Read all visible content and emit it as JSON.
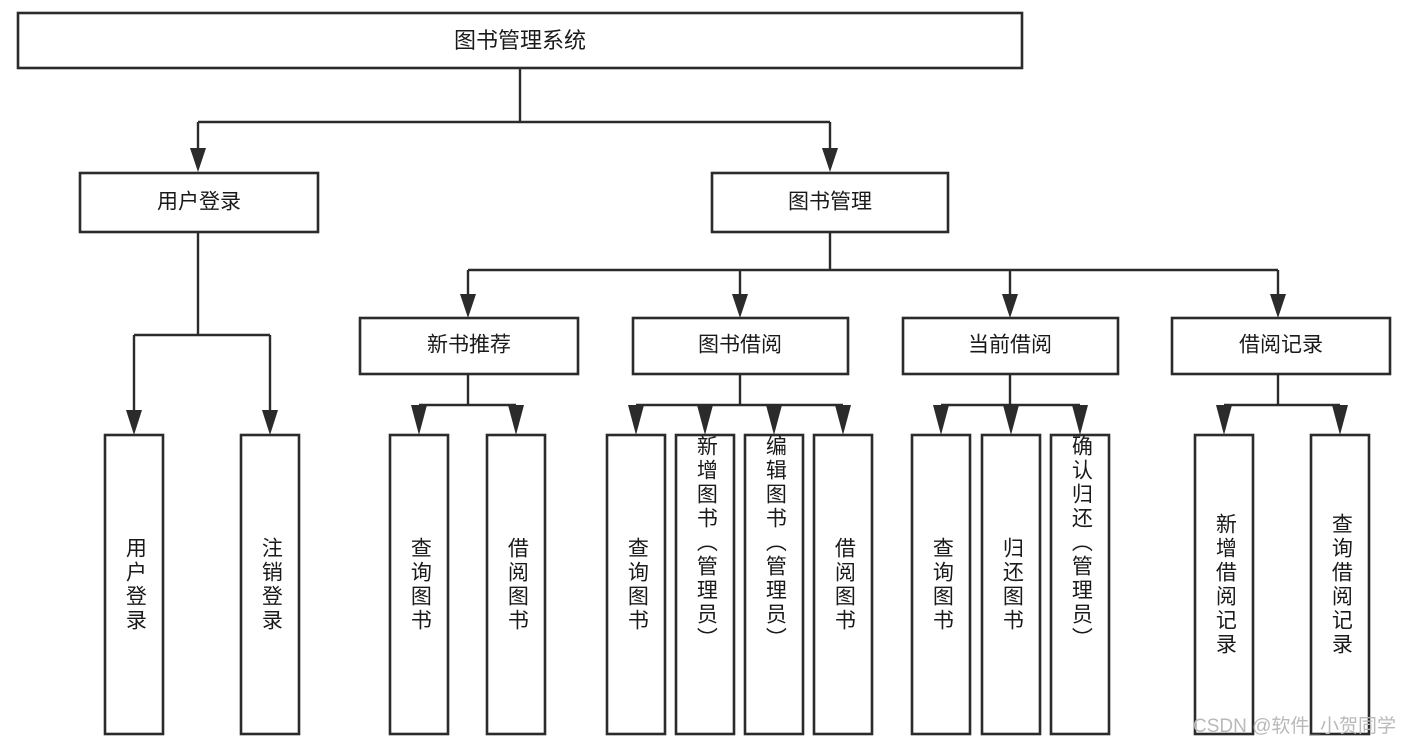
{
  "diagram": {
    "title_node": {
      "label": "图书管理系统"
    },
    "level2": [
      {
        "id": "user-login",
        "label": "用户登录"
      },
      {
        "id": "book-management",
        "label": "图书管理"
      }
    ],
    "level3": [
      {
        "id": "new-book-recommend",
        "label": "新书推荐"
      },
      {
        "id": "book-borrow",
        "label": "图书借阅"
      },
      {
        "id": "current-borrow",
        "label": "当前借阅"
      },
      {
        "id": "borrow-record",
        "label": "借阅记录"
      }
    ],
    "leaves": {
      "user_login": [
        {
          "id": "leaf-user-login",
          "label": "用户登录"
        },
        {
          "id": "leaf-logout-login",
          "label": "注销登录"
        }
      ],
      "new_book_recommend": [
        {
          "id": "leaf-query-book-1",
          "label": "查询图书"
        },
        {
          "id": "leaf-borrow-book-1",
          "label": "借阅图书"
        }
      ],
      "book_borrow": [
        {
          "id": "leaf-query-book-2",
          "label": "查询图书"
        },
        {
          "id": "leaf-add-book",
          "label": "新增图书（管理员）"
        },
        {
          "id": "leaf-edit-book",
          "label": "编辑图书（管理员）"
        },
        {
          "id": "leaf-borrow-book-2",
          "label": "借阅图书"
        }
      ],
      "current_borrow": [
        {
          "id": "leaf-query-book-3",
          "label": "查询图书"
        },
        {
          "id": "leaf-return-book",
          "label": "归还图书"
        },
        {
          "id": "leaf-confirm-return",
          "label": "确认归还（管理员）"
        }
      ],
      "borrow_record": [
        {
          "id": "leaf-add-record",
          "label": "新增借阅记录"
        },
        {
          "id": "leaf-query-record",
          "label": "查询借阅记录"
        }
      ]
    }
  },
  "watermark": {
    "text": "CSDN @软件_小贺同学"
  },
  "colors": {
    "background": "#ffffff",
    "box_stroke": "#2b2b2b",
    "box_fill": "#ffffff",
    "text": "#1a1a1a",
    "watermark": "#b9b9b9"
  }
}
